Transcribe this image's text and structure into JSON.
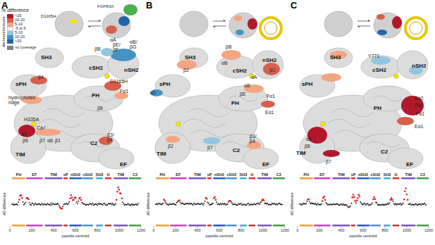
{
  "diagram": {
    "labels": [
      "A",
      "% difference",
      "increase",
      "decrease",
      "D1165H",
      "FGFR1K",
      "SH3",
      "βE/ βF",
      "βB",
      "αA",
      "αB/ βG",
      "cSH2",
      "nSH2",
      "β4",
      "sPH",
      "hydrophobic ridge",
      "D1165H",
      "Fα1",
      "PH",
      "β6",
      "H335A",
      "Ca²⁺",
      "α5",
      "β6",
      "TIM",
      "β7",
      "α6",
      "β1",
      "C2",
      "β3/ β4",
      "EF",
      "B",
      "SH3",
      "β2",
      "βB",
      "αB",
      "cSH2",
      "nSH2",
      "βC",
      "αA",
      "sPH",
      "α1",
      "αB",
      "βE",
      "Fα1",
      "PH",
      "Eα1",
      "TIM",
      "β2",
      "β7",
      "C2",
      "β3/ β4",
      "EF",
      "C",
      "SH3",
      "Y771",
      "cSH2",
      "nSH2",
      "sPH",
      "Eα2",
      "Fα2",
      "PH",
      "Fα1",
      "Eα1",
      "α5",
      "β6",
      "TIM",
      "β7",
      "C2",
      "EF",
      "PH",
      "EF",
      "TIM",
      "sP",
      "nSH2",
      "cSH2",
      "SH3",
      "H",
      "TIM",
      "C2",
      "0",
      "200",
      "400",
      "600",
      "800",
      "1000",
      "1200",
      "#D difference",
      "peptide centroid",
      "PH",
      "EF",
      "TIM",
      "sP",
      "nSH2",
      "cSH2",
      "SH3",
      "H",
      "TIM",
      "C2",
      "0",
      "200",
      "400",
      "600",
      "800",
      "1000",
      "1200",
      "#D difference",
      "peptide centroid",
      "PH",
      "EF",
      "TIM",
      "sP",
      "nSH2",
      "cSH2",
      "SH3",
      "H",
      "TIM",
      "C2",
      "0",
      "200",
      "400",
      "600",
      "800",
      "1000",
      "1200",
      "#D difference",
      "peptide centroid"
    ],
    "legend": [
      {
        "text": ">20",
        "color": "#b2182b"
      },
      {
        "text": "10-20",
        "color": "#d6604d"
      },
      {
        "text": "5-10",
        "color": "#f4a582"
      },
      {
        "text": "-5 to 5",
        "color": "#f2f2f2"
      },
      {
        "text": "5-10",
        "color": "#92c5de"
      },
      {
        "text": "10-20",
        "color": "#4393c3"
      },
      {
        "text": ">20",
        "color": "#2166ac"
      },
      {
        "text": "no coverage",
        "color": "#808080"
      }
    ]
  }
}
